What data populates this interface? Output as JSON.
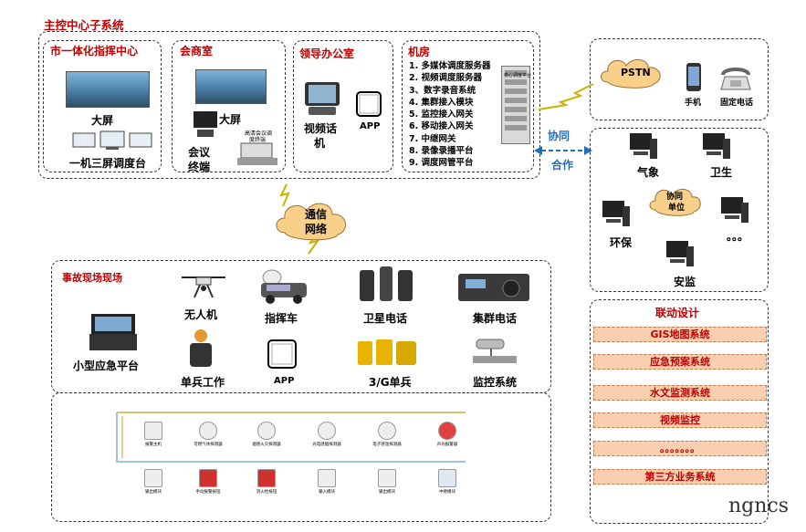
{
  "main_title": "主控中心子系统",
  "command_center": {
    "title": "市一体化指挥中心",
    "big_screen": "大屏",
    "console": "一机三屏调度台"
  },
  "meeting_room": {
    "title": "会商室",
    "big_screen": "大屏",
    "terminal_line1": "会议",
    "terminal_line2": "终端",
    "device_caption_line1": "高清会议调",
    "device_caption_line2": "度终端"
  },
  "leader_office": {
    "title": "领导办公室",
    "video_phone_line1": "视频话",
    "video_phone_line2": "机",
    "app": "APP"
  },
  "server_room": {
    "title": "机房",
    "items": [
      "1. 多媒体调度服务器",
      "2. 视频调度服务器",
      "3、数字录音系统",
      "4. 集群接入模块",
      "5. 监控接入网关",
      "6. 移动接入网关",
      "7. 中继网关",
      "8. 录像录播平台",
      "9. 调度网管平台"
    ],
    "rack_label": "核心调度平台"
  },
  "network_cloud_line1": "通信",
  "network_cloud_line2": "网络",
  "pstn": {
    "cloud": "PSTN",
    "mobile": "手机",
    "landline": "固定电话"
  },
  "cooperation_line1": "协同",
  "cooperation_line2": "合作",
  "units": {
    "weather": "气象",
    "health": "卫生",
    "cloud_line1": "协同",
    "cloud_line2": "单位",
    "env": "环保",
    "more": "。。。",
    "safety": "安监"
  },
  "field": {
    "title": "事故现场现场",
    "drone": "无人机",
    "command_vehicle": "指挥车",
    "sat_phone": "卫星电话",
    "trunk_radio": "集群电话",
    "small_platform": "小型应急平台",
    "soldier": "单兵工作",
    "app": "APP",
    "g3_soldier": "3/G单兵",
    "monitoring": "监控系统"
  },
  "sensors": {
    "row1": [
      "报警主机",
      "可燃气体探测器",
      "烟感火灾探测器",
      "光电感烟探测器",
      "电子感温探测器",
      "声光报警器"
    ],
    "row2": [
      "输出模块",
      "手动报警按钮",
      "消火栓按钮",
      "输入模块",
      "输出模块",
      "中继模块"
    ]
  },
  "linkage": {
    "title": "联动设计",
    "items": [
      "GIS地图系统",
      "应急预案系统",
      "水文监测系统",
      "视频监控",
      "。。。。。。。",
      "第三方业务系统"
    ]
  },
  "watermark": "ngncs"
}
